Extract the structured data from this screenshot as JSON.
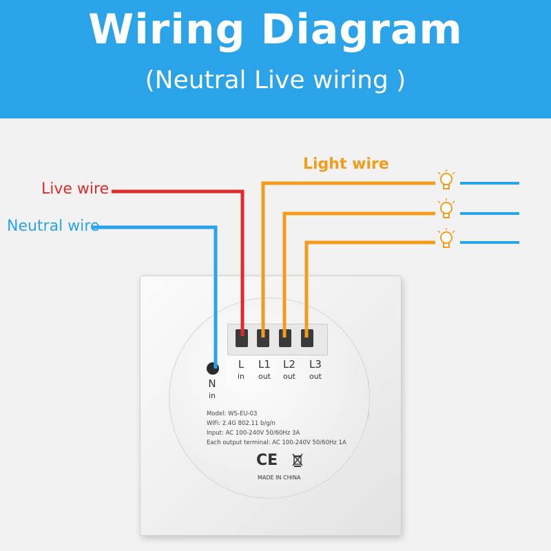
{
  "header": {
    "title": "Wiring Diagram",
    "subtitle": "(Neutral Live wiring )"
  },
  "labels": {
    "live_wire": "Live wire",
    "neutral_wire": "Neutral wire",
    "light_wire": "Light wire"
  },
  "terminals": {
    "n": {
      "name": "N",
      "sub": "in"
    },
    "l": {
      "name": "L",
      "sub": "in"
    },
    "l1": {
      "name": "L1",
      "sub": "out"
    },
    "l2": {
      "name": "L2",
      "sub": "out"
    },
    "l3": {
      "name": "L3",
      "sub": "out"
    }
  },
  "specs": {
    "model": "Model:  WS-EU-03",
    "wifi": "WiFi: 2.4G 802.11 b/g/n",
    "input": "Input: AC 100-240V  50/60Hz  3A",
    "output": "Each output terminal: AC 100-240V  50/60Hz  1A",
    "ce": "CE",
    "made_in": "MADE IN CHINA"
  },
  "colors": {
    "banner": "#2aa3e9",
    "live": "#e02b2b",
    "neutral": "#2aa3e9",
    "light": "#f39c1c"
  },
  "icons": [
    "lightbulb-icon",
    "lightbulb-icon",
    "lightbulb-icon",
    "weee-bin-icon"
  ]
}
